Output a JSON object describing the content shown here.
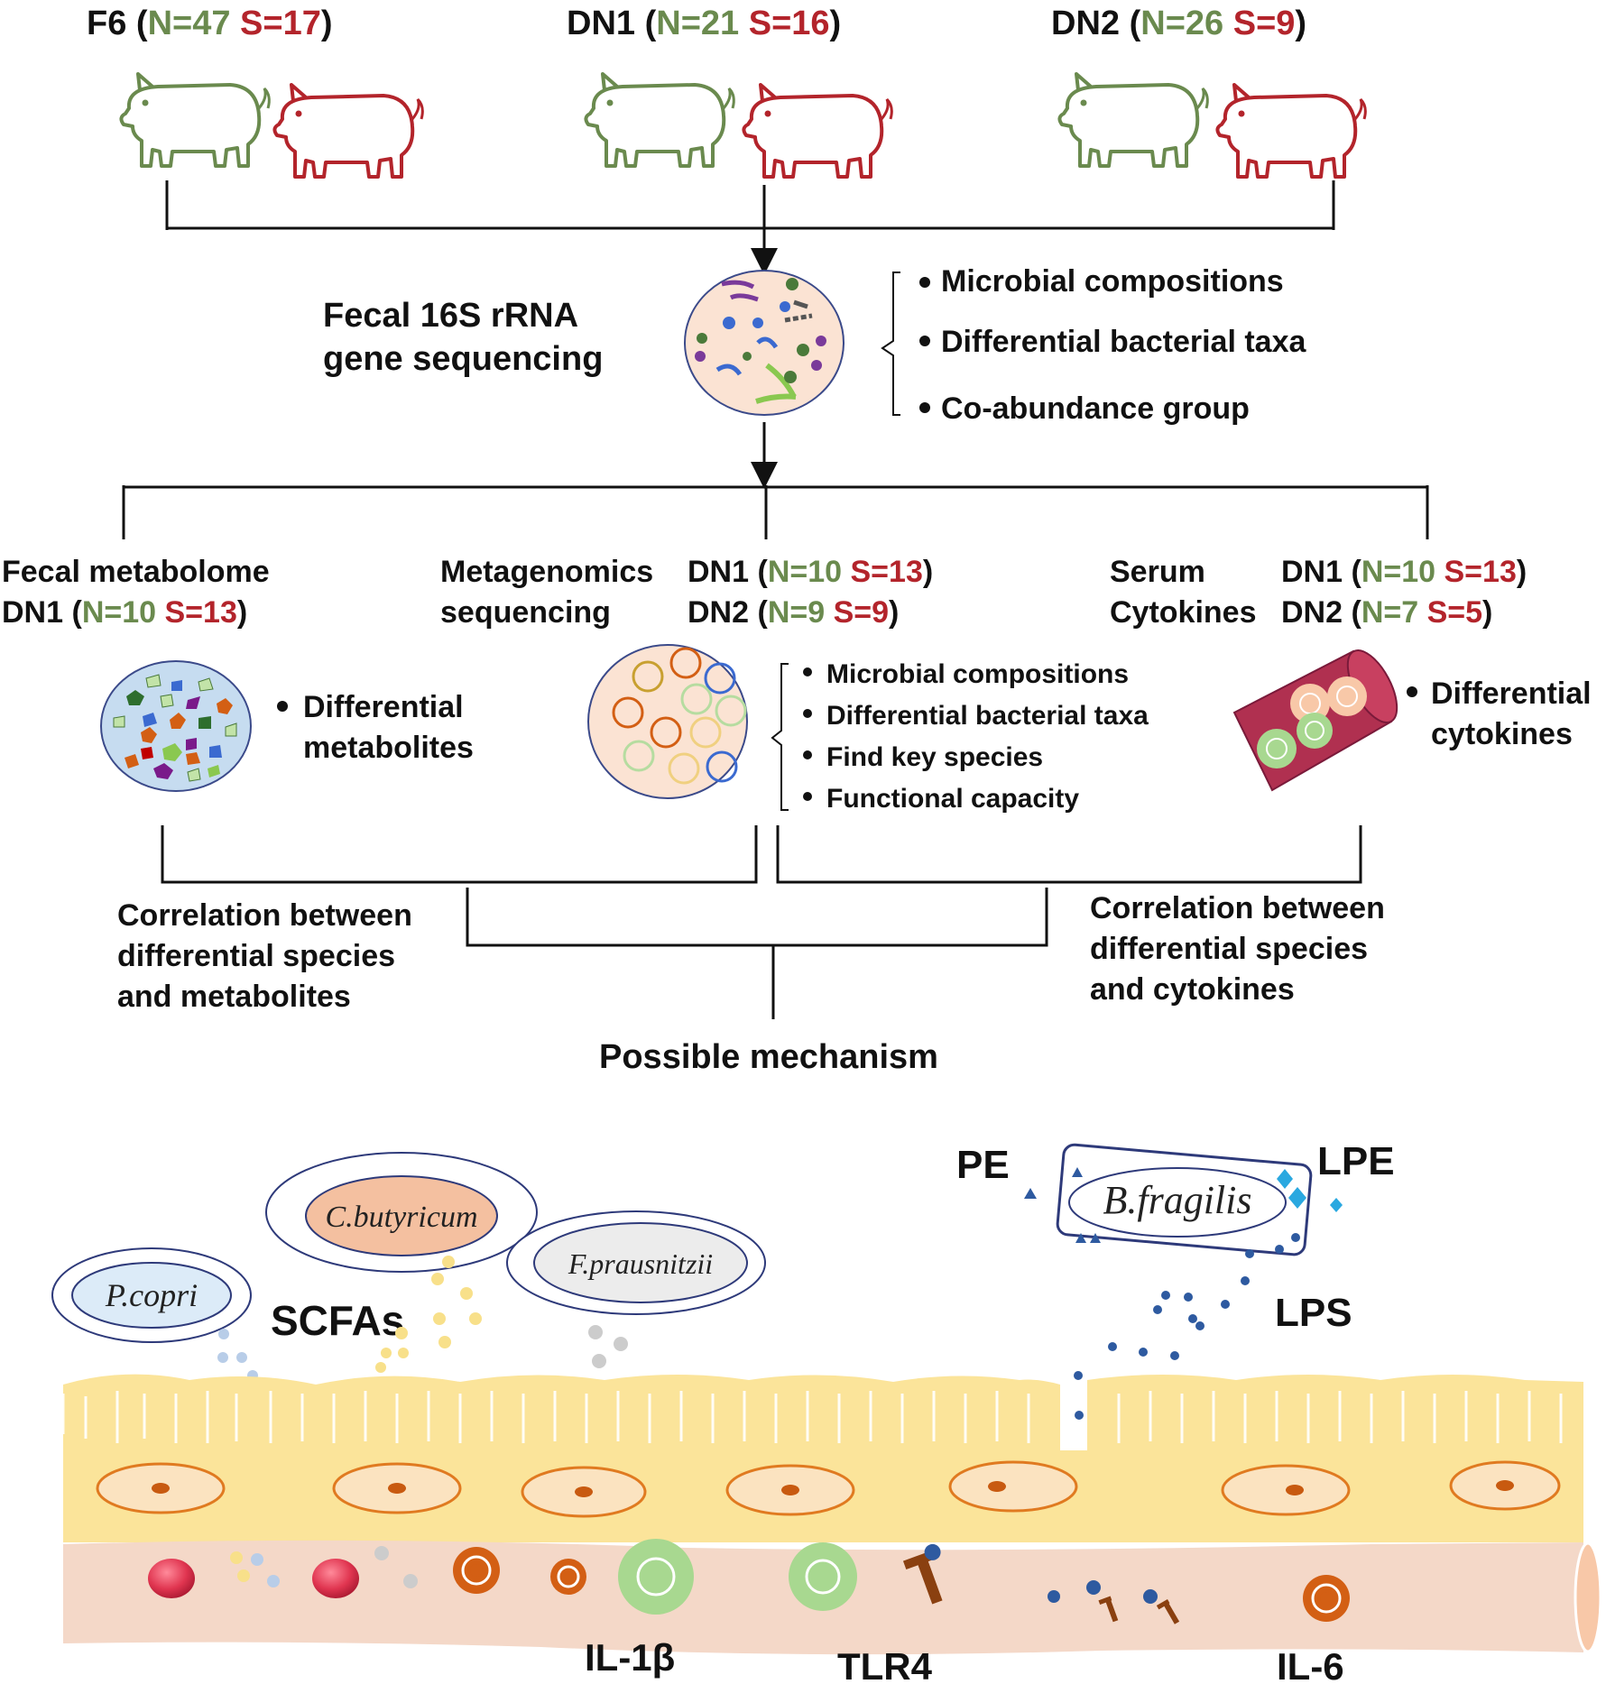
{
  "groups": [
    {
      "name": "F6",
      "open": " (",
      "n": "N=47",
      "s": "S=17",
      "close": ")"
    },
    {
      "name": "DN1",
      "open": " (",
      "n": "N=21",
      "s": "S=16",
      "close": ")"
    },
    {
      "name": "DN2",
      "open": " (",
      "n": "N=26",
      "s": "S=9",
      "close": ")"
    }
  ],
  "sequencing": {
    "line1": "Fecal 16S rRNA",
    "line2": "gene sequencing",
    "bullets": [
      "Microbial compositions",
      "Differential bacterial taxa",
      "Co-abundance group"
    ]
  },
  "metabolome": {
    "line1": "Fecal metabolome",
    "dn1": {
      "name": "DN1",
      "open": " (",
      "n": "N=10",
      "s": "S=13",
      "close": ")"
    },
    "bullet_line1": "Differential",
    "bullet_line2": "metabolites"
  },
  "metagenomics": {
    "line1": "Metagenomics",
    "line2": "sequencing",
    "dn1": {
      "name": "DN1",
      "open": " (",
      "n": "N=10",
      "s": "S=13",
      "close": ")"
    },
    "dn2": {
      "name": "DN2",
      "open": " (",
      "n": "N=9",
      "s": "S=9",
      "close": ")"
    },
    "bullets": [
      "Microbial compositions",
      "Differential bacterial taxa",
      "Find key species",
      "Functional capacity"
    ]
  },
  "cytokines": {
    "line1": "Serum",
    "line2": "Cytokines",
    "dn1": {
      "name": "DN1",
      "open": " (",
      "n": "N=10",
      "s": "S=13",
      "close": ")"
    },
    "dn2": {
      "name": "DN2",
      "open": " (",
      "n": "N=7",
      "s": "S=5",
      "close": ")"
    },
    "bullet_line1": "Differential",
    "bullet_line2": "cytokines"
  },
  "correlations": {
    "left": [
      "Correlation between",
      "differential species",
      "and metabolites"
    ],
    "right": [
      "Correlation between",
      "differential species",
      "and cytokines"
    ]
  },
  "mechanism_title": "Possible mechanism",
  "bacteria": {
    "p_copri": "P.copri",
    "c_butyricum": "C.butyricum",
    "f_prausnitzii": "F.prausnitzii",
    "b_fragilis": "B.fragilis"
  },
  "molecules": {
    "scfas": "SCFAs",
    "pe": "PE",
    "lpe": "LPE",
    "lps": "LPS"
  },
  "receptors": {
    "il1b": "IL-1β",
    "tlr4": "TLR4",
    "il6": "IL-6"
  },
  "colors": {
    "normal_green": "#6a8a4e",
    "sick_red": "#b3242b",
    "epithelium": "#fbe49a",
    "blood_vessel": "#f4d8c8",
    "cell_orange": "#d35f14"
  }
}
